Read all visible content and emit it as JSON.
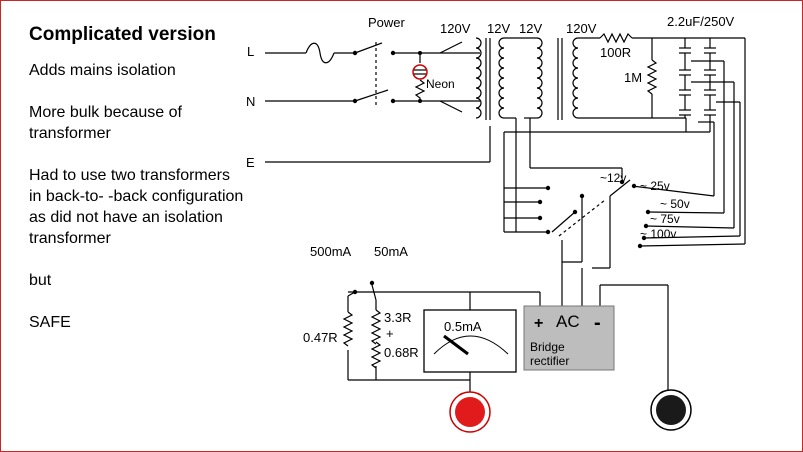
{
  "notes": {
    "title": "Complicated version",
    "items": [
      "Adds mains isolation",
      "More bulk because of transformer",
      "Had to use two transformers in back-to- -back configuration as did not have an isolation transformer",
      "but",
      "SAFE"
    ]
  },
  "diagram": {
    "terminals": {
      "live": "L",
      "neutral": "N",
      "earth": "E"
    },
    "power_label": "Power",
    "neon_label": "Neon",
    "transformer_labels": [
      "120V",
      "12V",
      "12V",
      "120V"
    ],
    "resistor_labels": {
      "series": "100R",
      "bleed": "1M"
    },
    "capacitor_label": "2.2uF/250V",
    "range_labels": [
      "~12v",
      "~ 25v",
      "~ 50v",
      "~ 75v",
      "~ 100v"
    ],
    "current_labels": {
      "high": "500mA",
      "low": "50mA"
    },
    "shunt_labels": {
      "high": "0.47R",
      "low_line1": "3.3R",
      "low_line2": "+",
      "low_line3": "0.68R"
    },
    "meter_label": "0.5mA",
    "bridge": {
      "plus": "+",
      "ac": "AC",
      "minus": "-",
      "line1": "Bridge",
      "line2": "rectifier"
    },
    "colors": {
      "positive_terminal": "#e11b1b",
      "negative_terminal": "#1a1a1a",
      "bridge_fill": "#bdbdbd",
      "frame": "#c62828"
    }
  }
}
